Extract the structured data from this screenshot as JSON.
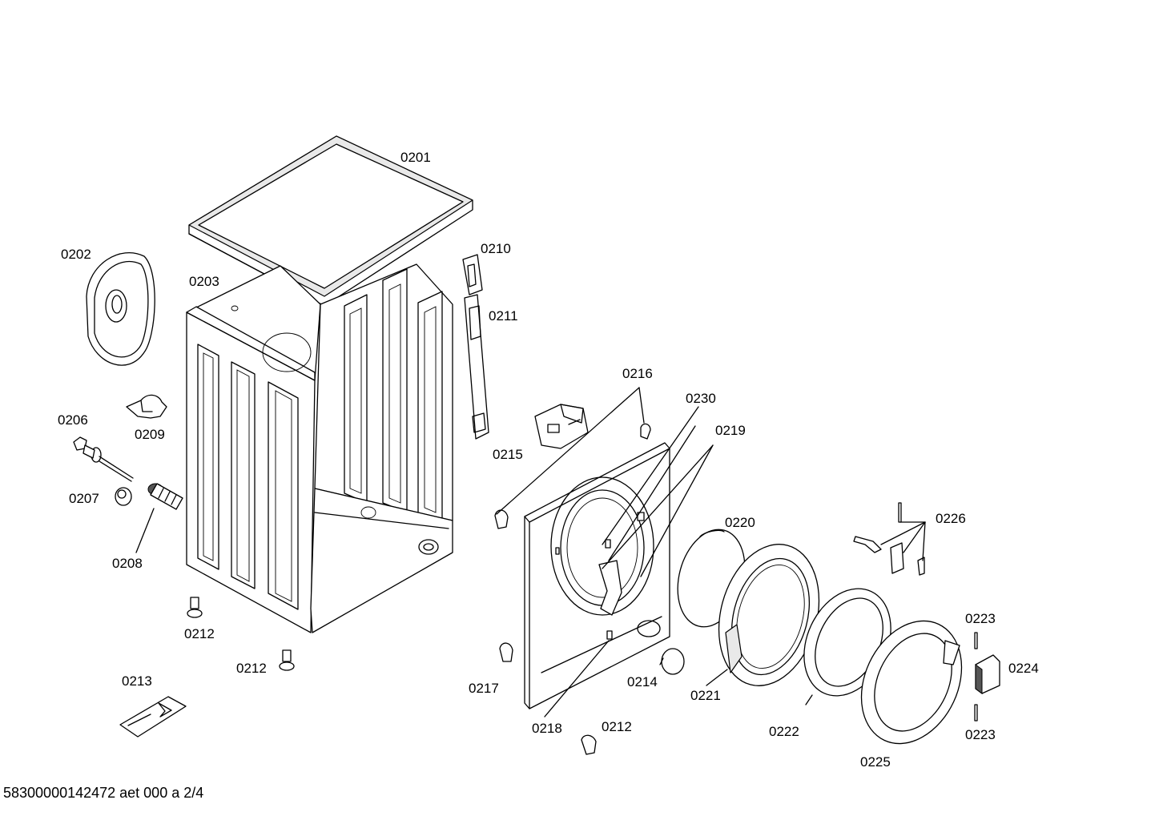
{
  "colors": {
    "line": "#000000",
    "background": "#ffffff",
    "fill_light": "#e9e9e9"
  },
  "labels": {
    "p0201": "0201",
    "p0202": "0202",
    "p0203": "0203",
    "p0206": "0206",
    "p0207": "0207",
    "p0208": "0208",
    "p0209": "0209",
    "p0210": "0210",
    "p0211": "0211",
    "p0212a": "0212",
    "p0212b": "0212",
    "p0212c": "0212",
    "p0213": "0213",
    "p0214": "0214",
    "p0215": "0215",
    "p0216": "0216",
    "p0217": "0217",
    "p0218": "0218",
    "p0219": "0219",
    "p0220": "0220",
    "p0221": "0221",
    "p0222": "0222",
    "p0223a": "0223",
    "p0223b": "0223",
    "p0224": "0224",
    "p0225": "0225",
    "p0226": "0226",
    "p0230": "0230"
  },
  "footer": {
    "drawing_id": "58300000142472 aet 000 a 2/4"
  }
}
